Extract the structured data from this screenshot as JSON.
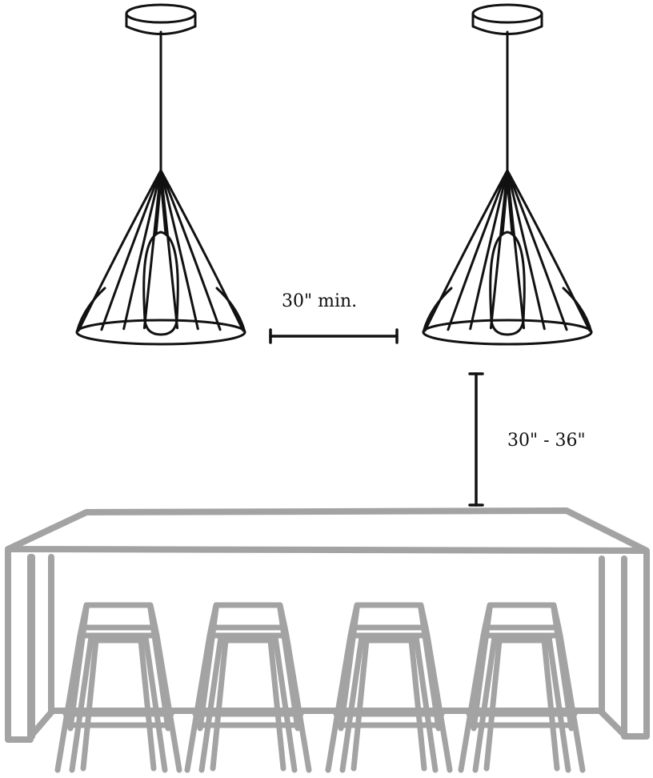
{
  "labels": {
    "spacing": "30\" min.",
    "height": "30\" - 36\""
  },
  "colors": {
    "lamp_ink": "#111111",
    "furniture": "#a3a3a3"
  },
  "pendants": [
    {
      "name": "left-pendant"
    },
    {
      "name": "right-pendant"
    }
  ],
  "stools": [
    {
      "name": "stool-1"
    },
    {
      "name": "stool-2"
    },
    {
      "name": "stool-3"
    },
    {
      "name": "stool-4"
    }
  ]
}
